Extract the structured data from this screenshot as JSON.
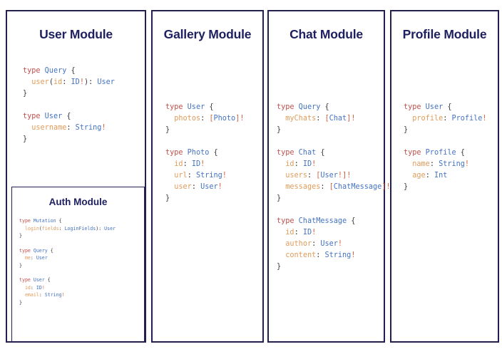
{
  "page": {
    "background": "#ffffff",
    "border_color": "#232050",
    "title_color": "#1f2060"
  },
  "syntax_colors": {
    "keyword": "#c0504d",
    "type_name": "#4472c4",
    "field_name": "#e09b5a",
    "punctuation": "#3a3a3a",
    "bang": "#d1603d"
  },
  "modules": [
    {
      "id": "user",
      "title": "User Module",
      "code_blocks": [
        {
          "lines": [
            [
              {
                "t": "type ",
                "c": "kw"
              },
              {
                "t": "Query",
                "c": "tname"
              },
              {
                "t": " {",
                "c": "punct"
              }
            ],
            [
              {
                "t": "  ",
                "c": "punct"
              },
              {
                "t": "user",
                "c": "field"
              },
              {
                "t": "(",
                "c": "punct"
              },
              {
                "t": "id",
                "c": "field"
              },
              {
                "t": ": ",
                "c": "punct"
              },
              {
                "t": "ID",
                "c": "tname"
              },
              {
                "t": "!",
                "c": "bang"
              },
              {
                "t": "): ",
                "c": "punct"
              },
              {
                "t": "User",
                "c": "tname"
              }
            ],
            [
              {
                "t": "}",
                "c": "punct"
              }
            ]
          ]
        },
        {
          "lines": [
            [
              {
                "t": "type ",
                "c": "kw"
              },
              {
                "t": "User",
                "c": "tname"
              },
              {
                "t": " {",
                "c": "punct"
              }
            ],
            [
              {
                "t": "  ",
                "c": "punct"
              },
              {
                "t": "username",
                "c": "field"
              },
              {
                "t": ": ",
                "c": "punct"
              },
              {
                "t": "String",
                "c": "tname"
              },
              {
                "t": "!",
                "c": "bang"
              }
            ],
            [
              {
                "t": "}",
                "c": "punct"
              }
            ]
          ]
        }
      ],
      "nested": {
        "id": "auth",
        "title": "Auth Module",
        "code_blocks": [
          {
            "lines": [
              [
                {
                  "t": "type ",
                  "c": "kw"
                },
                {
                  "t": "Mutation",
                  "c": "tname"
                },
                {
                  "t": " {",
                  "c": "punct"
                }
              ],
              [
                {
                  "t": "  ",
                  "c": "punct"
                },
                {
                  "t": "login",
                  "c": "field"
                },
                {
                  "t": "(",
                  "c": "punct"
                },
                {
                  "t": "fields",
                  "c": "field"
                },
                {
                  "t": ": ",
                  "c": "punct"
                },
                {
                  "t": "LoginFields",
                  "c": "tname"
                },
                {
                  "t": "): ",
                  "c": "punct"
                },
                {
                  "t": "User",
                  "c": "tname"
                }
              ],
              [
                {
                  "t": "}",
                  "c": "punct"
                }
              ]
            ]
          },
          {
            "lines": [
              [
                {
                  "t": "type ",
                  "c": "kw"
                },
                {
                  "t": "Query",
                  "c": "tname"
                },
                {
                  "t": " {",
                  "c": "punct"
                }
              ],
              [
                {
                  "t": "  ",
                  "c": "punct"
                },
                {
                  "t": "me",
                  "c": "field"
                },
                {
                  "t": ": ",
                  "c": "punct"
                },
                {
                  "t": "User",
                  "c": "tname"
                }
              ],
              [
                {
                  "t": "}",
                  "c": "punct"
                }
              ]
            ]
          },
          {
            "lines": [
              [
                {
                  "t": "type ",
                  "c": "kw"
                },
                {
                  "t": "User",
                  "c": "tname"
                },
                {
                  "t": " {",
                  "c": "punct"
                }
              ],
              [
                {
                  "t": "  ",
                  "c": "punct"
                },
                {
                  "t": "id",
                  "c": "field"
                },
                {
                  "t": ": ",
                  "c": "punct"
                },
                {
                  "t": "ID",
                  "c": "tname"
                },
                {
                  "t": "!",
                  "c": "bang"
                }
              ],
              [
                {
                  "t": "  ",
                  "c": "punct"
                },
                {
                  "t": "email",
                  "c": "field"
                },
                {
                  "t": ": ",
                  "c": "punct"
                },
                {
                  "t": "String",
                  "c": "tname"
                },
                {
                  "t": "!",
                  "c": "bang"
                }
              ],
              [
                {
                  "t": "}",
                  "c": "punct"
                }
              ]
            ]
          }
        ]
      }
    },
    {
      "id": "gallery",
      "title": "Gallery Module",
      "code_blocks": [
        {
          "lines": [
            [
              {
                "t": "type ",
                "c": "kw"
              },
              {
                "t": "User",
                "c": "tname"
              },
              {
                "t": " {",
                "c": "punct"
              }
            ],
            [
              {
                "t": "  ",
                "c": "punct"
              },
              {
                "t": "photos",
                "c": "field"
              },
              {
                "t": ": ",
                "c": "punct"
              },
              {
                "t": "[",
                "c": "brack"
              },
              {
                "t": "Photo",
                "c": "tname"
              },
              {
                "t": "]",
                "c": "brack"
              },
              {
                "t": "!",
                "c": "bang"
              }
            ],
            [
              {
                "t": "}",
                "c": "punct"
              }
            ]
          ]
        },
        {
          "lines": [
            [
              {
                "t": "type ",
                "c": "kw"
              },
              {
                "t": "Photo",
                "c": "tname"
              },
              {
                "t": " {",
                "c": "punct"
              }
            ],
            [
              {
                "t": "  ",
                "c": "punct"
              },
              {
                "t": "id",
                "c": "field"
              },
              {
                "t": ": ",
                "c": "punct"
              },
              {
                "t": "ID",
                "c": "tname"
              },
              {
                "t": "!",
                "c": "bang"
              }
            ],
            [
              {
                "t": "  ",
                "c": "punct"
              },
              {
                "t": "url",
                "c": "field"
              },
              {
                "t": ": ",
                "c": "punct"
              },
              {
                "t": "String",
                "c": "tname"
              },
              {
                "t": "!",
                "c": "bang"
              }
            ],
            [
              {
                "t": "  ",
                "c": "punct"
              },
              {
                "t": "user",
                "c": "field"
              },
              {
                "t": ": ",
                "c": "punct"
              },
              {
                "t": "User",
                "c": "tname"
              },
              {
                "t": "!",
                "c": "bang"
              }
            ],
            [
              {
                "t": "}",
                "c": "punct"
              }
            ]
          ]
        }
      ]
    },
    {
      "id": "chat",
      "title": "Chat Module",
      "code_blocks": [
        {
          "lines": [
            [
              {
                "t": "type ",
                "c": "kw"
              },
              {
                "t": "Query",
                "c": "tname"
              },
              {
                "t": " {",
                "c": "punct"
              }
            ],
            [
              {
                "t": "  ",
                "c": "punct"
              },
              {
                "t": "myChats",
                "c": "field"
              },
              {
                "t": ": ",
                "c": "punct"
              },
              {
                "t": "[",
                "c": "brack"
              },
              {
                "t": "Chat",
                "c": "tname"
              },
              {
                "t": "]",
                "c": "brack"
              },
              {
                "t": "!",
                "c": "bang"
              }
            ],
            [
              {
                "t": "}",
                "c": "punct"
              }
            ]
          ]
        },
        {
          "lines": [
            [
              {
                "t": "type ",
                "c": "kw"
              },
              {
                "t": "Chat",
                "c": "tname"
              },
              {
                "t": " {",
                "c": "punct"
              }
            ],
            [
              {
                "t": "  ",
                "c": "punct"
              },
              {
                "t": "id",
                "c": "field"
              },
              {
                "t": ": ",
                "c": "punct"
              },
              {
                "t": "ID",
                "c": "tname"
              },
              {
                "t": "!",
                "c": "bang"
              }
            ],
            [
              {
                "t": "  ",
                "c": "punct"
              },
              {
                "t": "users",
                "c": "field"
              },
              {
                "t": ": ",
                "c": "punct"
              },
              {
                "t": "[",
                "c": "brack"
              },
              {
                "t": "User",
                "c": "tname"
              },
              {
                "t": "!",
                "c": "bang"
              },
              {
                "t": "]",
                "c": "brack"
              },
              {
                "t": "!",
                "c": "bang"
              }
            ],
            [
              {
                "t": "  ",
                "c": "punct"
              },
              {
                "t": "messages",
                "c": "field"
              },
              {
                "t": ": ",
                "c": "punct"
              },
              {
                "t": "[",
                "c": "brack"
              },
              {
                "t": "ChatMessage",
                "c": "tname"
              },
              {
                "t": "]",
                "c": "brack"
              },
              {
                "t": "!",
                "c": "bang"
              }
            ],
            [
              {
                "t": "}",
                "c": "punct"
              }
            ]
          ]
        },
        {
          "lines": [
            [
              {
                "t": "type ",
                "c": "kw"
              },
              {
                "t": "ChatMessage",
                "c": "tname"
              },
              {
                "t": " {",
                "c": "punct"
              }
            ],
            [
              {
                "t": "  ",
                "c": "punct"
              },
              {
                "t": "id",
                "c": "field"
              },
              {
                "t": ": ",
                "c": "punct"
              },
              {
                "t": "ID",
                "c": "tname"
              },
              {
                "t": "!",
                "c": "bang"
              }
            ],
            [
              {
                "t": "  ",
                "c": "punct"
              },
              {
                "t": "author",
                "c": "field"
              },
              {
                "t": ": ",
                "c": "punct"
              },
              {
                "t": "User",
                "c": "tname"
              },
              {
                "t": "!",
                "c": "bang"
              }
            ],
            [
              {
                "t": "  ",
                "c": "punct"
              },
              {
                "t": "content",
                "c": "field"
              },
              {
                "t": ": ",
                "c": "punct"
              },
              {
                "t": "String",
                "c": "tname"
              },
              {
                "t": "!",
                "c": "bang"
              }
            ],
            [
              {
                "t": "}",
                "c": "punct"
              }
            ]
          ]
        }
      ]
    },
    {
      "id": "profile",
      "title": "Profile Module",
      "code_blocks": [
        {
          "lines": [
            [
              {
                "t": "type ",
                "c": "kw"
              },
              {
                "t": "User",
                "c": "tname"
              },
              {
                "t": " {",
                "c": "punct"
              }
            ],
            [
              {
                "t": "  ",
                "c": "punct"
              },
              {
                "t": "profile",
                "c": "field"
              },
              {
                "t": ": ",
                "c": "punct"
              },
              {
                "t": "Profile",
                "c": "tname"
              },
              {
                "t": "!",
                "c": "bang"
              }
            ],
            [
              {
                "t": "}",
                "c": "punct"
              }
            ]
          ]
        },
        {
          "lines": [
            [
              {
                "t": "type ",
                "c": "kw"
              },
              {
                "t": "Profile",
                "c": "tname"
              },
              {
                "t": " {",
                "c": "punct"
              }
            ],
            [
              {
                "t": "  ",
                "c": "punct"
              },
              {
                "t": "name",
                "c": "field"
              },
              {
                "t": ": ",
                "c": "punct"
              },
              {
                "t": "String",
                "c": "tname"
              },
              {
                "t": "!",
                "c": "bang"
              }
            ],
            [
              {
                "t": "  ",
                "c": "punct"
              },
              {
                "t": "age",
                "c": "field"
              },
              {
                "t": ": ",
                "c": "punct"
              },
              {
                "t": "Int",
                "c": "tname"
              }
            ],
            [
              {
                "t": "}",
                "c": "punct"
              }
            ]
          ]
        }
      ]
    }
  ]
}
